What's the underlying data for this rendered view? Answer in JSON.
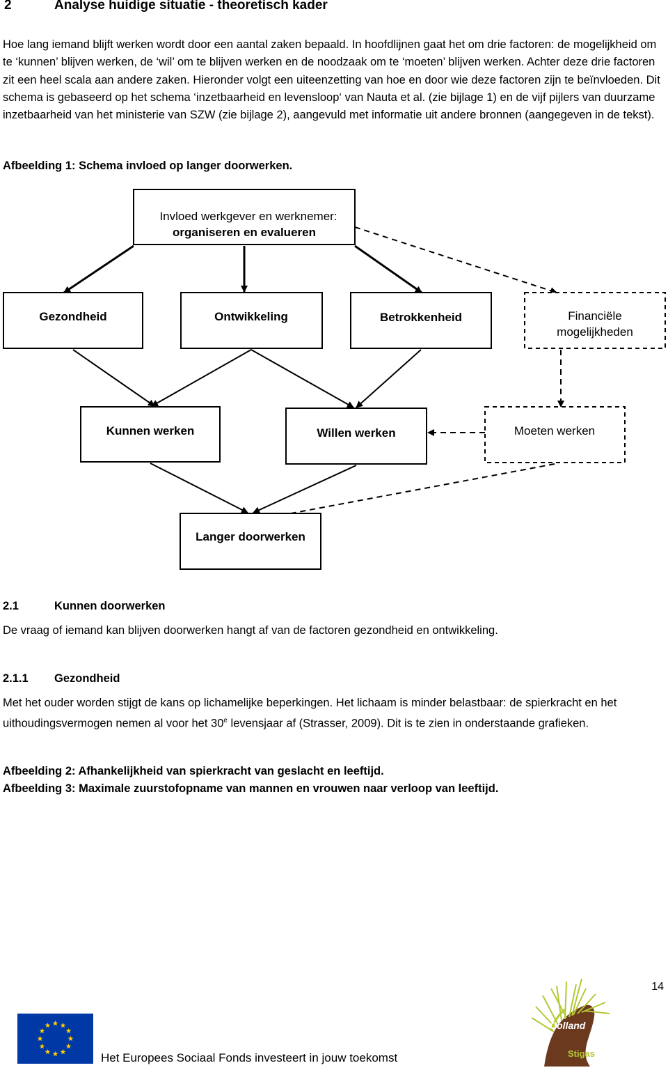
{
  "heading": {
    "number": "2",
    "title": "Analyse huidige situatie - theoretisch kader"
  },
  "intro": {
    "part1": "Hoe lang iemand blijft werken wordt door een aantal zaken bepaald. In hoofdlijnen gaat het om drie factoren: de mogelijkheid om te ‘kunnen’ blijven werken, de ‘wil’ om te blijven werken en de noodzaak om te ‘moeten’ blijven werken. Achter deze drie factoren zit een heel scala aan andere zaken. Hieronder volgt een uiteenzetting van hoe en door wie deze factoren zijn te beïnvloeden. Dit schema is gebaseerd op het schema ‘inzetbaarheid en levensloop‘ van Nauta et al. (zie bijlage 1) en de vijf pijlers van duurzame inzetbaarheid van het ministerie van SZW (zie bijlage 2), aangevuld met informatie uit andere bronnen (aangegeven in de tekst)."
  },
  "figure1_caption": "Afbeelding 1: Schema invloed op langer doorwerken.",
  "diagram": {
    "top_line1": "Invloed werkgever en werknemer:",
    "top_line2": "organiseren en evalueren",
    "gezondheid": "Gezondheid",
    "ontwikkeling": "Ontwikkeling",
    "betrokkenheid": "Betrokkenheid",
    "financieel_line1": "Financiële",
    "financieel_line2": "mogelijkheden",
    "kunnen": "Kunnen werken",
    "willen": "Willen werken",
    "moeten": "Moeten werken",
    "langer": "Langer doorwerken"
  },
  "section_2_1": {
    "number": "2.1",
    "title": "Kunnen doorwerken"
  },
  "para_2_1": "De vraag of iemand kan blijven doorwerken hangt af van de factoren gezondheid en ontwikkeling.",
  "section_2_1_1": {
    "number": "2.1.1",
    "title": "Gezondheid"
  },
  "para_2_1_1": {
    "before_sup": "Met het ouder worden stijgt de kans op lichamelijke beperkingen. Het lichaam is minder belastbaar: de spierkracht en het uithoudingsvermogen nemen al voor het 30",
    "sup": "e",
    "after_sup": " levensjaar af (Strasser, 2009). Dit is te zien in onderstaande grafieken."
  },
  "figure2_caption": "Afbeelding 2: Afhankelijkheid van spierkracht van geslacht en leeftijd.",
  "figure3_caption": "Afbeelding 3: Maximale zuurstofopname van mannen en vrouwen naar verloop van leeftijd.",
  "page_number": "14",
  "footer_text": "Het Europees Sociaal Fonds investeert in jouw toekomst",
  "logo": {
    "line1": "Colland",
    "line2": "Stigas"
  },
  "colors": {
    "eu_blue": "#0039a6",
    "eu_star": "#ffcc00",
    "logo_green": "#b5c833",
    "logo_brown": "#6b3a1e"
  }
}
